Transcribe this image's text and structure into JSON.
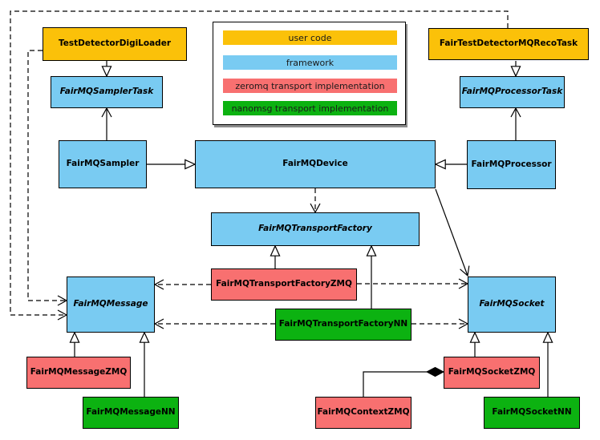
{
  "colors": {
    "user_code": "#FBC109",
    "framework": "#79CBF2",
    "zeromq": "#F87070",
    "nanomsg": "#0CB211",
    "border": "#000000",
    "background": "#FFFFFF"
  },
  "legend": {
    "items": [
      {
        "label": "user code",
        "color": "#FBC109",
        "category": "user_code"
      },
      {
        "label": "framework",
        "color": "#79CBF2",
        "category": "framework"
      },
      {
        "label": "zeromq transport implementation",
        "color": "#F87070",
        "category": "zeromq"
      },
      {
        "label": "nanomsg transport implementation",
        "color": "#0CB211",
        "category": "nanomsg"
      }
    ]
  },
  "nodes": {
    "test_detector_digi_loader": {
      "label": "TestDetectorDigiLoader",
      "category": "user_code",
      "abstract": false
    },
    "fair_test_detector_mq_reco_task": {
      "label": "FairTestDetectorMQRecoTask",
      "category": "user_code",
      "abstract": false
    },
    "fair_mq_sampler_task": {
      "label": "FairMQSamplerTask",
      "category": "framework",
      "abstract": true
    },
    "fair_mq_processor_task": {
      "label": "FairMQProcessorTask",
      "category": "framework",
      "abstract": true
    },
    "fair_mq_sampler": {
      "label": "FairMQSampler",
      "category": "framework",
      "abstract": false
    },
    "fair_mq_device": {
      "label": "FairMQDevice",
      "category": "framework",
      "abstract": false
    },
    "fair_mq_processor": {
      "label": "FairMQProcessor",
      "category": "framework",
      "abstract": false
    },
    "fair_mq_transport_factory": {
      "label": "FairMQTransportFactory",
      "category": "framework",
      "abstract": true
    },
    "fair_mq_transport_factory_zmq": {
      "label": "FairMQTransportFactoryZMQ",
      "category": "zeromq",
      "abstract": false
    },
    "fair_mq_transport_factory_nn": {
      "label": "FairMQTransportFactoryNN",
      "category": "nanomsg",
      "abstract": false
    },
    "fair_mq_message": {
      "label": "FairMQMessage",
      "category": "framework",
      "abstract": true
    },
    "fair_mq_socket": {
      "label": "FairMQSocket",
      "category": "framework",
      "abstract": true
    },
    "fair_mq_message_zmq": {
      "label": "FairMQMessageZMQ",
      "category": "zeromq",
      "abstract": false
    },
    "fair_mq_message_nn": {
      "label": "FairMQMessageNN",
      "category": "nanomsg",
      "abstract": false
    },
    "fair_mq_socket_zmq": {
      "label": "FairMQSocketZMQ",
      "category": "zeromq",
      "abstract": false
    },
    "fair_mq_socket_nn": {
      "label": "FairMQSocketNN",
      "category": "nanomsg",
      "abstract": false
    },
    "fair_mq_context_zmq": {
      "label": "FairMQContextZMQ",
      "category": "zeromq",
      "abstract": false
    }
  },
  "relationships": [
    {
      "from": "TestDetectorDigiLoader",
      "to": "FairMQSamplerTask",
      "type": "inheritance"
    },
    {
      "from": "FairTestDetectorMQRecoTask",
      "to": "FairMQProcessorTask",
      "type": "inheritance"
    },
    {
      "from": "FairMQSampler",
      "to": "FairMQSamplerTask",
      "type": "association"
    },
    {
      "from": "FairMQProcessor",
      "to": "FairMQProcessorTask",
      "type": "association"
    },
    {
      "from": "FairMQSampler",
      "to": "FairMQDevice",
      "type": "inheritance"
    },
    {
      "from": "FairMQProcessor",
      "to": "FairMQDevice",
      "type": "inheritance"
    },
    {
      "from": "FairMQDevice",
      "to": "FairMQTransportFactory",
      "type": "dependency"
    },
    {
      "from": "FairMQDevice",
      "to": "FairMQSocket",
      "type": "association"
    },
    {
      "from": "FairMQTransportFactoryZMQ",
      "to": "FairMQTransportFactory",
      "type": "inheritance"
    },
    {
      "from": "FairMQTransportFactoryNN",
      "to": "FairMQTransportFactory",
      "type": "inheritance"
    },
    {
      "from": "FairMQTransportFactoryZMQ",
      "to": "FairMQMessage",
      "type": "dependency"
    },
    {
      "from": "FairMQTransportFactoryZMQ",
      "to": "FairMQSocket",
      "type": "dependency"
    },
    {
      "from": "FairMQTransportFactoryNN",
      "to": "FairMQMessage",
      "type": "dependency"
    },
    {
      "from": "FairMQTransportFactoryNN",
      "to": "FairMQSocket",
      "type": "dependency"
    },
    {
      "from": "TestDetectorDigiLoader",
      "to": "FairMQMessage",
      "type": "dependency"
    },
    {
      "from": "FairTestDetectorMQRecoTask",
      "to": "FairMQMessage",
      "type": "dependency"
    },
    {
      "from": "FairMQMessageZMQ",
      "to": "FairMQMessage",
      "type": "inheritance"
    },
    {
      "from": "FairMQMessageNN",
      "to": "FairMQMessage",
      "type": "inheritance"
    },
    {
      "from": "FairMQSocketZMQ",
      "to": "FairMQSocket",
      "type": "inheritance"
    },
    {
      "from": "FairMQSocketNN",
      "to": "FairMQSocket",
      "type": "inheritance"
    },
    {
      "from": "FairMQContextZMQ",
      "to": "FairMQSocketZMQ",
      "type": "composition"
    }
  ]
}
